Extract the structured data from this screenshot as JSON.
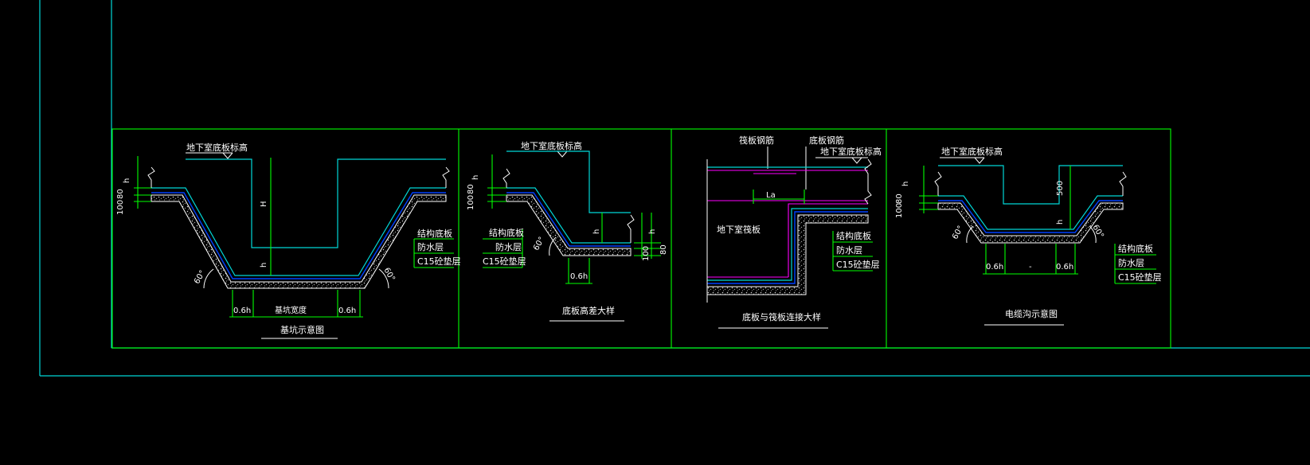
{
  "panels": [
    {
      "id": "p1",
      "top_label": "地下室底板标高",
      "dims_left": [
        "h",
        "80",
        "100"
      ],
      "center_dim": "H",
      "inner_dim": "h",
      "angle_left": "60°",
      "angle_right": "60°",
      "bottom_left": "0.6h",
      "bottom_center": "基坑宽度",
      "bottom_right": "0.6h",
      "legend": [
        "结构底板",
        "防水层",
        "C15砼垫层"
      ],
      "title": "基坑示意图"
    },
    {
      "id": "p2",
      "top_label": "地下室底板标高",
      "dims_left": [
        "h",
        "80",
        "100"
      ],
      "right_dims": [
        "h",
        "100",
        "80"
      ],
      "angle": "60°",
      "bottom": "0.6h",
      "legend": [
        "结构底板",
        "防水层",
        "C15砼垫层"
      ],
      "title": "底板高差大样"
    },
    {
      "id": "p3",
      "labels_top": [
        "筏板钢筋",
        "底板钢筋",
        "地下室底板标高"
      ],
      "la": "La",
      "side_label": "地下室筏板",
      "legend": [
        "结构底板",
        "防水层",
        "C15砼垫层"
      ],
      "title": "底板与筏板连接大样"
    },
    {
      "id": "p4",
      "top_label": "地下室底板标高",
      "dims_left": [
        "h",
        "80",
        "100"
      ],
      "right_dim": "500",
      "inner_dim": "h",
      "angle_left": "60°",
      "angle_right": "60°",
      "bottom_left": "0.6h",
      "bottom_center": "-",
      "bottom_right": "0.6h",
      "legend": [
        "结构底板",
        "防水层",
        "C15砼垫层"
      ],
      "title": "电缆沟示意图"
    }
  ],
  "colors": {
    "background": "#000000",
    "frame": "#00d7d7",
    "dims": "#00ff00",
    "waterproof": "#0040ff",
    "rebar": "#ff00ff"
  }
}
